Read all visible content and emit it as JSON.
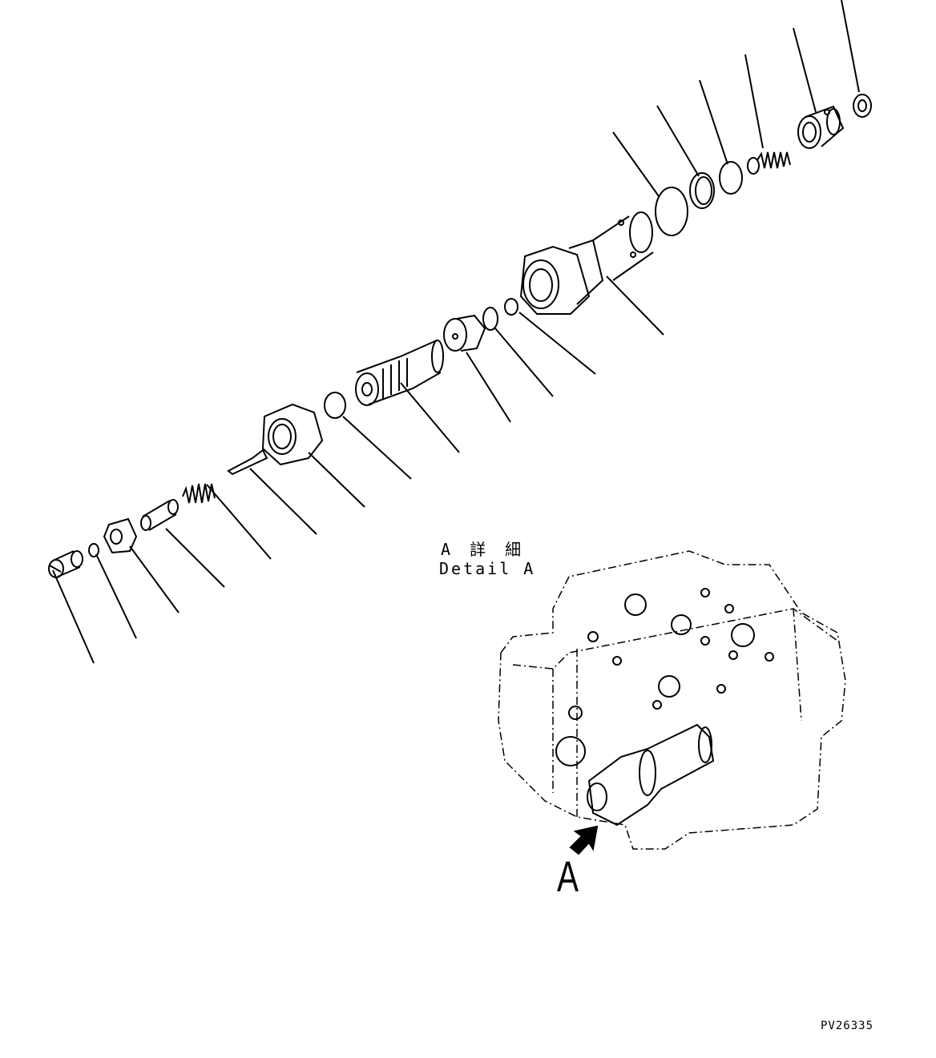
{
  "detail_label_jp": "A 詳 細",
  "detail_label_en": "Detail A",
  "view_marker": "A",
  "drawing_code": "PV26335"
}
